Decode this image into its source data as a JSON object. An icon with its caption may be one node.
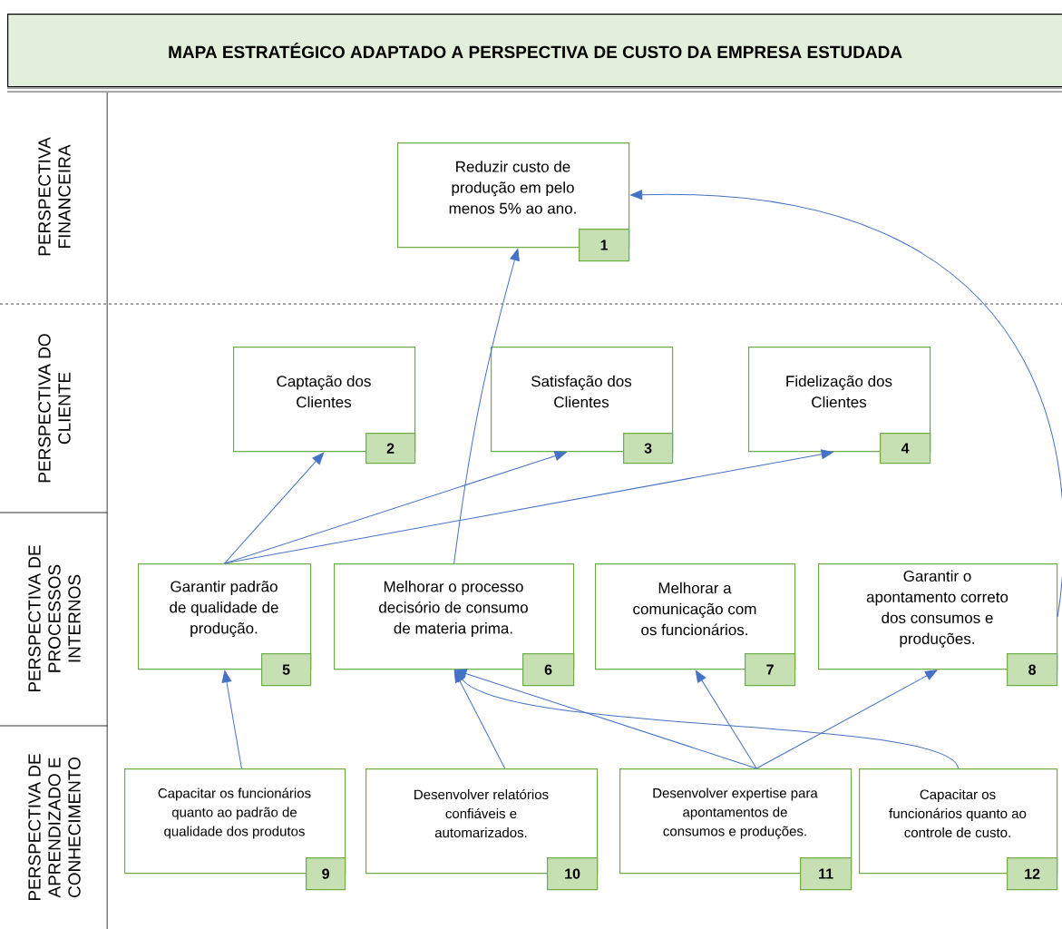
{
  "diagram": {
    "title": "MAPA ESTRATÉGICO ADAPTADO A PERSPECTIVA DE CUSTO DA EMPRESA ESTUDADA",
    "nodes": [
      {
        "text": [
          "Reduzir custo de produção em pelo menos 5% ao ano.",
          "1"
        ]
      },
      {
        "text": [
          "Captação dos Clientes",
          "2"
        ]
      },
      {
        "text": [
          "Satisfação dos Clientes",
          "3"
        ]
      },
      {
        "text": [
          "Fidelização dos Clientes",
          "4"
        ]
      },
      {
        "text": [
          "Garantir padrão de qualidade de produção.",
          "5"
        ]
      },
      {
        "text": [
          "Melhorar o processo decisório de consumo de materia prima.",
          "6"
        ]
      },
      {
        "text": [
          "Melhorar a comunicação com os funcionários.",
          "7"
        ]
      },
      {
        "text": [
          "Garantir o apontamento correto dos consumos e produções.",
          "8"
        ]
      },
      {
        "text": [
          "Capacitar os funcionários quanto ao padrão de qualidade dos produtos",
          "9"
        ]
      },
      {
        "text": [
          "Desenvolver relatórios confiáveis e automarizados.",
          "10"
        ]
      },
      {
        "text": [
          "Desenvolver expertise para apontamentos de consumos e produções.",
          "11"
        ]
      },
      {
        "text": [
          "Capacitar os funcionários quanto ao controle de custo.",
          "12"
        ]
      }
    ],
    "edges": [
      {
        "from": 4,
        "to": 1,
        "arrow": "to"
      },
      {
        "from": 4,
        "to": 2,
        "arrow": "to"
      },
      {
        "from": 4,
        "to": 3,
        "arrow": "to"
      },
      {
        "from": 5,
        "to": 0,
        "arrow": "to"
      },
      {
        "from": 7,
        "to": 0,
        "arrow": "to"
      },
      {
        "from": 8,
        "to": 4,
        "arrow": "to"
      },
      {
        "from": 9,
        "to": 5,
        "arrow": "to"
      },
      {
        "from": 10,
        "to": 5,
        "arrow": "to"
      },
      {
        "from": 10,
        "to": 6,
        "arrow": "to"
      },
      {
        "from": 10,
        "to": 7,
        "arrow": "to"
      },
      {
        "from": 11,
        "to": 5,
        "arrow": "to"
      }
    ],
    "labels": [
      "PERSPECTIVA FINANCEIRA",
      "PERSPECTIVA DO CLIENTE",
      "PERSPECTIVA DE PROCESSOS INTERNOS",
      "PERSPECTIVA DE APRENDIZADO E CONHECIMENTO"
    ]
  }
}
